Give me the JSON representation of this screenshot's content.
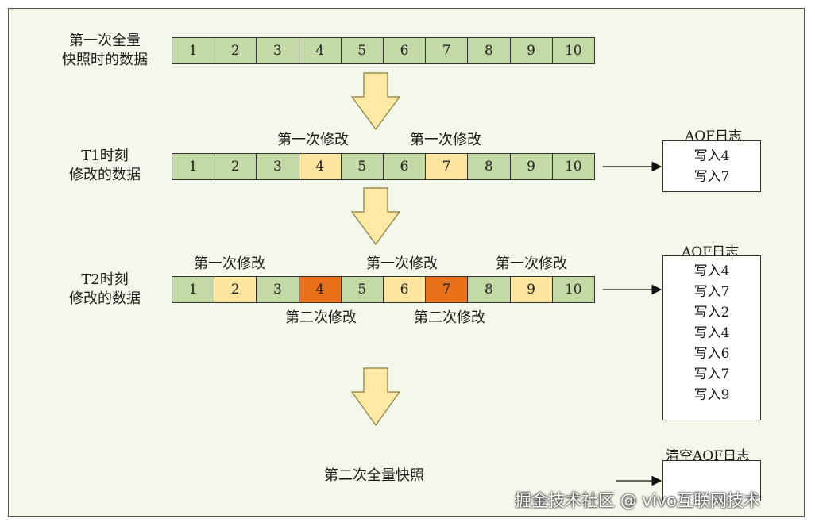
{
  "rows": [
    {
      "label_lines": [
        "第一次全量",
        "快照时的数据"
      ],
      "cells": [
        {
          "value": "1",
          "state": "orig"
        },
        {
          "value": "2",
          "state": "orig"
        },
        {
          "value": "3",
          "state": "orig"
        },
        {
          "value": "4",
          "state": "orig"
        },
        {
          "value": "5",
          "state": "orig"
        },
        {
          "value": "6",
          "state": "orig"
        },
        {
          "value": "7",
          "state": "orig"
        },
        {
          "value": "8",
          "state": "orig"
        },
        {
          "value": "9",
          "state": "orig"
        },
        {
          "value": "10",
          "state": "orig"
        }
      ]
    },
    {
      "label_lines": [
        "T1时刻",
        "修改的数据"
      ],
      "cells": [
        {
          "value": "1",
          "state": "orig"
        },
        {
          "value": "2",
          "state": "orig"
        },
        {
          "value": "3",
          "state": "orig"
        },
        {
          "value": "4",
          "state": "mod1"
        },
        {
          "value": "5",
          "state": "orig"
        },
        {
          "value": "6",
          "state": "orig"
        },
        {
          "value": "7",
          "state": "mod1"
        },
        {
          "value": "8",
          "state": "orig"
        },
        {
          "value": "9",
          "state": "orig"
        },
        {
          "value": "10",
          "state": "orig"
        }
      ],
      "annotations_above": [
        "第一次修改",
        "第一次修改"
      ],
      "aof": {
        "title": "AOF日志",
        "entries": [
          "写入4",
          "写入7"
        ]
      }
    },
    {
      "label_lines": [
        "T2时刻",
        "修改的数据"
      ],
      "cells": [
        {
          "value": "1",
          "state": "orig"
        },
        {
          "value": "2",
          "state": "mod1"
        },
        {
          "value": "3",
          "state": "orig"
        },
        {
          "value": "4",
          "state": "mod2"
        },
        {
          "value": "5",
          "state": "orig"
        },
        {
          "value": "6",
          "state": "mod1"
        },
        {
          "value": "7",
          "state": "mod2"
        },
        {
          "value": "8",
          "state": "orig"
        },
        {
          "value": "9",
          "state": "mod1"
        },
        {
          "value": "10",
          "state": "orig"
        }
      ],
      "annotations_above": [
        "第一次修改",
        "第一次修改",
        "第一次修改"
      ],
      "annotations_below": [
        "第二次修改",
        "第二次修改"
      ],
      "aof": {
        "title": "AOF日志",
        "entries": [
          "写入4",
          "写入7",
          "写入2",
          "写入4",
          "写入6",
          "写入7",
          "写入9"
        ]
      }
    }
  ],
  "final_step": {
    "label": "第二次全量快照",
    "aof": {
      "title": "清空AOF日志",
      "entries": []
    }
  },
  "colors": {
    "original": "#c3d9a6",
    "first_modification": "#fde5a0",
    "second_modification": "#e8711a",
    "arrow_fill": "#fde9a4",
    "background": "#f4f8ea"
  },
  "watermark": "掘金技术社区 @ vivo互联网技术"
}
